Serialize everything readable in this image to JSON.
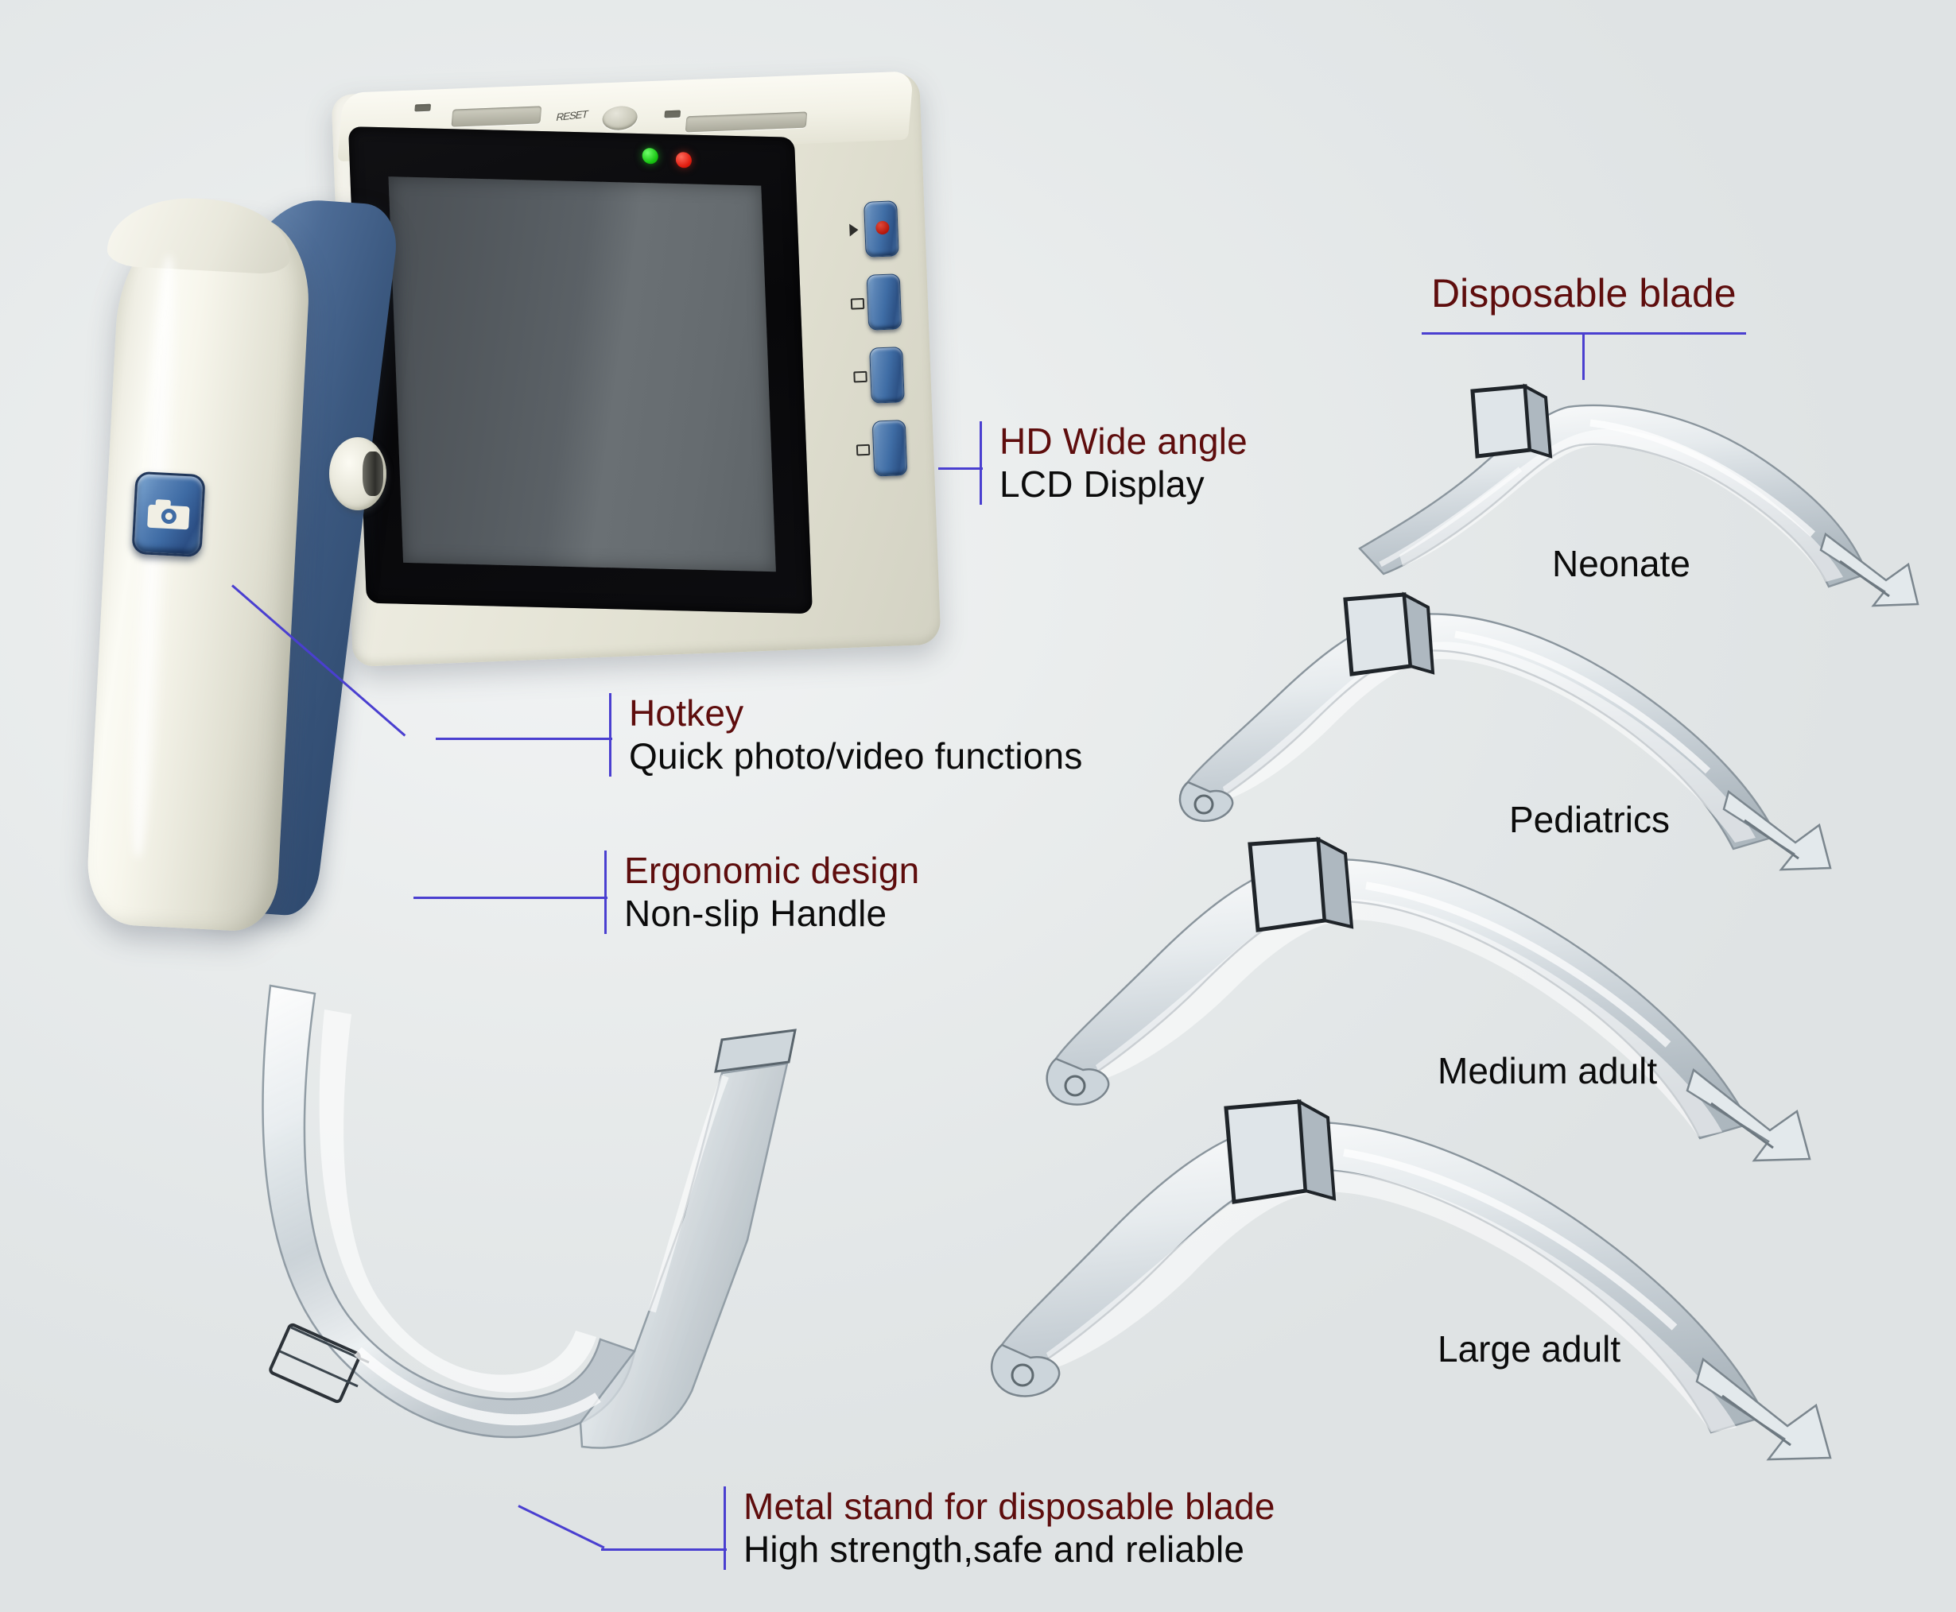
{
  "background_color": "#e7eaeb",
  "accent_title_color": "#5e0d0d",
  "leader_line_color": "#4a3fd0",
  "body_text_color": "#0b0b0b",
  "device": {
    "name": "video-laryngoscope",
    "monitor": {
      "screen_state": "blank-grey",
      "led_green": "power-led",
      "led_red": "record-led",
      "power_button": "power-button",
      "top_micro_label": "RESET",
      "side_buttons": [
        {
          "icon": "record-icon",
          "name": "record-button"
        },
        {
          "icon": "playback-icon",
          "name": "playback-button"
        },
        {
          "icon": "camera-icon",
          "name": "photo-button"
        },
        {
          "icon": "folder-icon",
          "name": "gallery-button"
        }
      ]
    },
    "hotkey_button_icon": "camera-icon"
  },
  "callouts": [
    {
      "id": "hd-display",
      "title": "HD Wide angle",
      "subtitle": "LCD Display"
    },
    {
      "id": "hotkey",
      "title": "Hotkey",
      "subtitle": "Quick photo/video functions"
    },
    {
      "id": "ergonomic",
      "title": "Ergonomic design",
      "subtitle": "Non-slip Handle"
    },
    {
      "id": "metal-stand",
      "title": "Metal stand for disposable blade",
      "subtitle": "High strength,safe and reliable"
    }
  ],
  "blade_section": {
    "heading": "Disposable blade",
    "items": [
      {
        "label": "Neonate"
      },
      {
        "label": "Pediatrics"
      },
      {
        "label": "Medium adult"
      },
      {
        "label": "Large adult"
      }
    ]
  }
}
